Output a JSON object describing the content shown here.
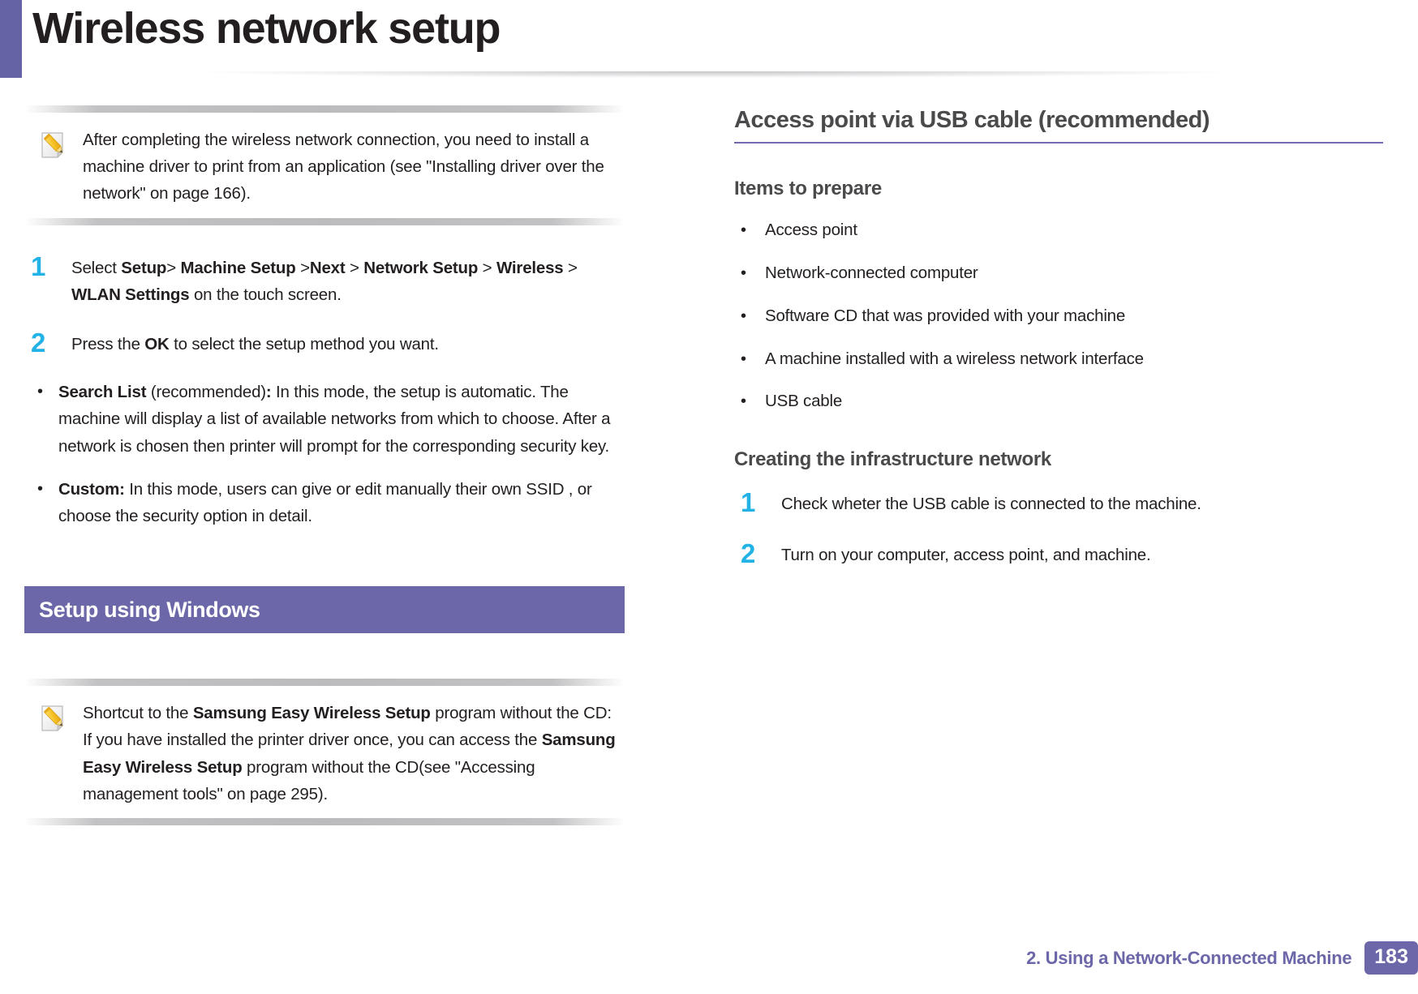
{
  "page": {
    "title": "Wireless network setup",
    "accent_purple": "#6662a6",
    "accent_cyan": "#22b2e6",
    "heading_gray": "#4a4a4c"
  },
  "left_column": {
    "note_top": {
      "icon": "note-pencil-icon",
      "text": "After completing the wireless network connection, you need to install a machine driver to print from an application (see \"Installing driver over the network\" on page 166)."
    },
    "steps": [
      {
        "number": "1",
        "text": "Select Setup> Machine Setup >Next > Network Setup > Wireless > WLAN Settings on the touch screen."
      },
      {
        "number": "2",
        "text": "Press the OK to select the setup method you want."
      }
    ],
    "sub_bullets": [
      {
        "bullet": "•",
        "term": "Search List",
        "text": " (recommended): In this mode, the setup is automatic. The machine will display a list of available networks from which to choose. After a network is chosen then printer will prompt for the corresponding security key."
      },
      {
        "bullet": "•",
        "term": "Custom:",
        "text": " In this mode, users can give or edit manually their own SSID , or choose the security option in detail."
      }
    ],
    "section_banner": {
      "label": "Setup using Windows",
      "color": "#6b67a8"
    },
    "note_bottom": {
      "icon": "note-pencil-icon",
      "text": "Shortcut to the Samsung Easy Wireless Setup program without the CD: If you have installed the printer driver once, you can access the Samsung Easy Wireless Setup program without the CD(see \"Accessing management tools\" on page 295)."
    }
  },
  "right_column": {
    "heading": "Access point via USB cable (recommended)",
    "subheading_items": "Items to prepare",
    "items": [
      "Access point",
      "Network-connected computer",
      "Software CD that was provided with your machine",
      "A machine installed with a wireless network interface",
      "USB cable"
    ],
    "subheading_network": "Creating the infrastructure network",
    "steps": [
      {
        "number": "1",
        "text": "Check wheter the USB cable is connected to the machine."
      },
      {
        "number": "2",
        "text": "Turn on your computer, access point, and machine."
      }
    ]
  },
  "footer": {
    "label": "2.  Using a Network-Connected Machine",
    "page_number": "183"
  }
}
